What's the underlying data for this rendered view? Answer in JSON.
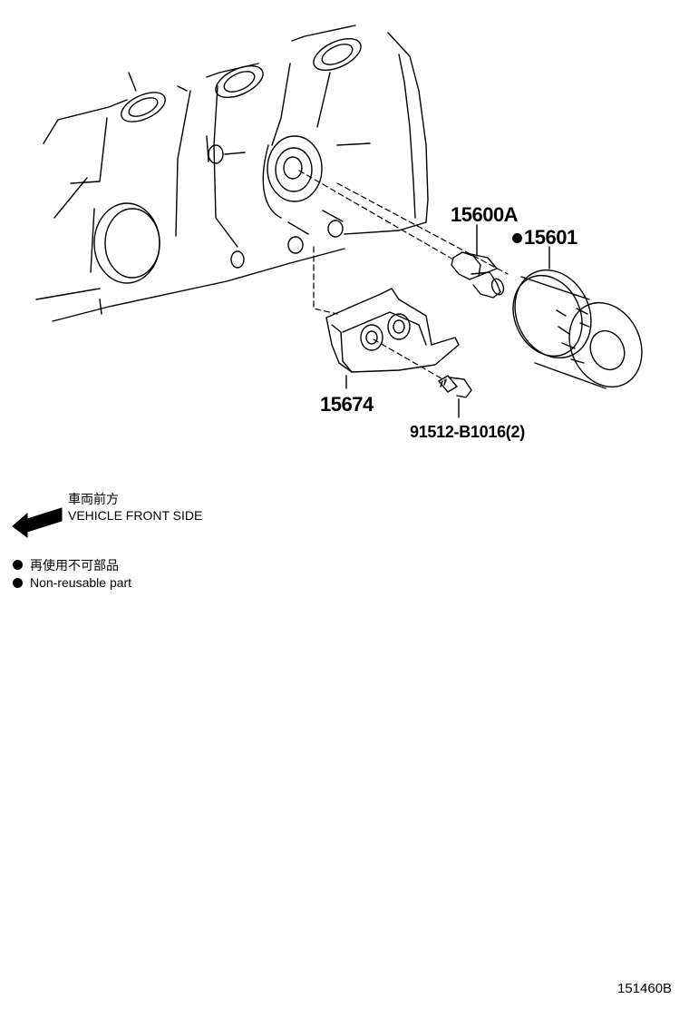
{
  "callouts": {
    "sensor": "15600A",
    "filter": "15601",
    "bracket": "15674",
    "bolt": "91512-B1016(2)"
  },
  "direction": {
    "japanese": "車両前方",
    "english": "VEHICLE FRONT SIDE"
  },
  "legend": {
    "japanese": "再使用不可部品",
    "english": "Non-reusable part"
  },
  "reference_code": "151460B",
  "icons": {
    "arrow": "arrow-left-icon",
    "marker": "non-reusable-dot-icon"
  }
}
